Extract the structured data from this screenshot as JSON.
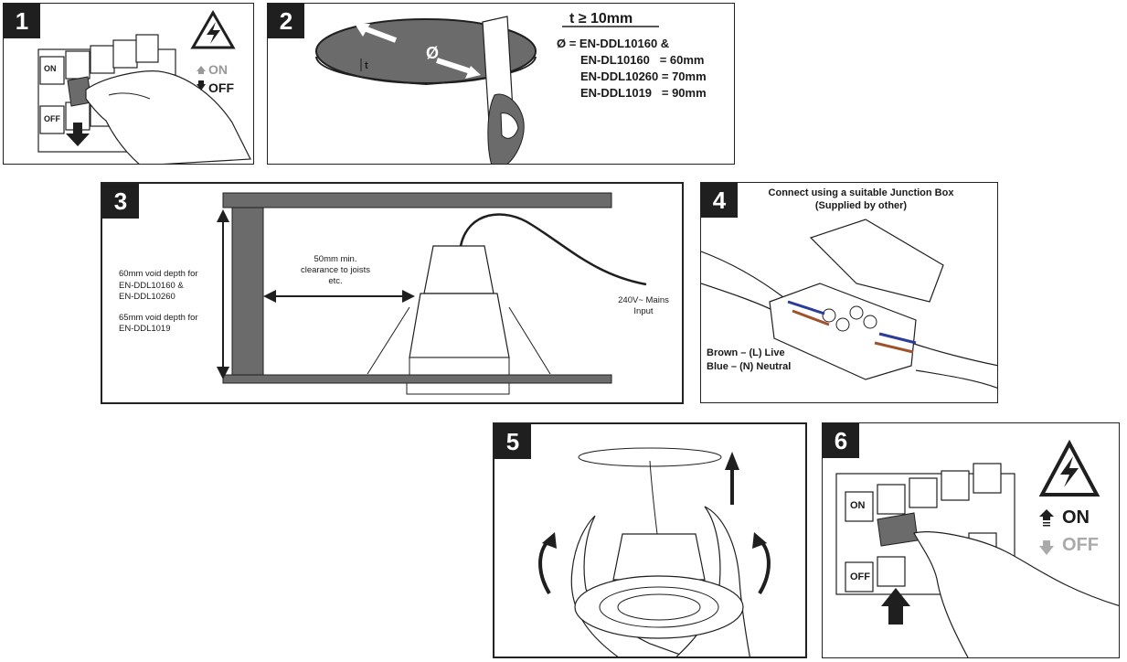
{
  "steps": [
    {
      "number": "1",
      "on_label": "ON",
      "off_label": "OFF",
      "switch_on": "ON",
      "switch_off": "OFF"
    },
    {
      "number": "2",
      "thickness": "t ≥ 10mm",
      "diameter_symbol": "Ø",
      "t_symbol": "t",
      "spec_lines": [
        "Ø = EN-DDL10160 &",
        "EN-DL10160   = 60mm",
        "EN-DDL10260 = 70mm",
        "EN-DDL1019   = 90mm"
      ]
    },
    {
      "number": "3",
      "void_depth_1": "60mm void depth for",
      "void_depth_2": "EN-DDL10160 &",
      "void_depth_3": "EN-DDL10260",
      "void_depth_4": "65mm void depth for",
      "void_depth_5": "EN-DDL1019",
      "clearance_1": "50mm min.",
      "clearance_2": "clearance to joists",
      "clearance_3": "etc.",
      "mains_1": "240V~ Mains",
      "mains_2": "Input"
    },
    {
      "number": "4",
      "junction_1": "Connect using a suitable Junction Box",
      "junction_2": "(Supplied by other)",
      "brown": "Brown – (L) Live",
      "blue": "Blue – (N) Neutral"
    },
    {
      "number": "5"
    },
    {
      "number": "6",
      "on_label": "ON",
      "off_label": "OFF",
      "switch_on": "ON",
      "switch_off": "OFF"
    }
  ],
  "colors": {
    "live_brown": "#a0522d",
    "neutral_blue": "#2a3c9a",
    "grey_fill": "#6b6b6b",
    "dark": "#1f1f1f"
  }
}
